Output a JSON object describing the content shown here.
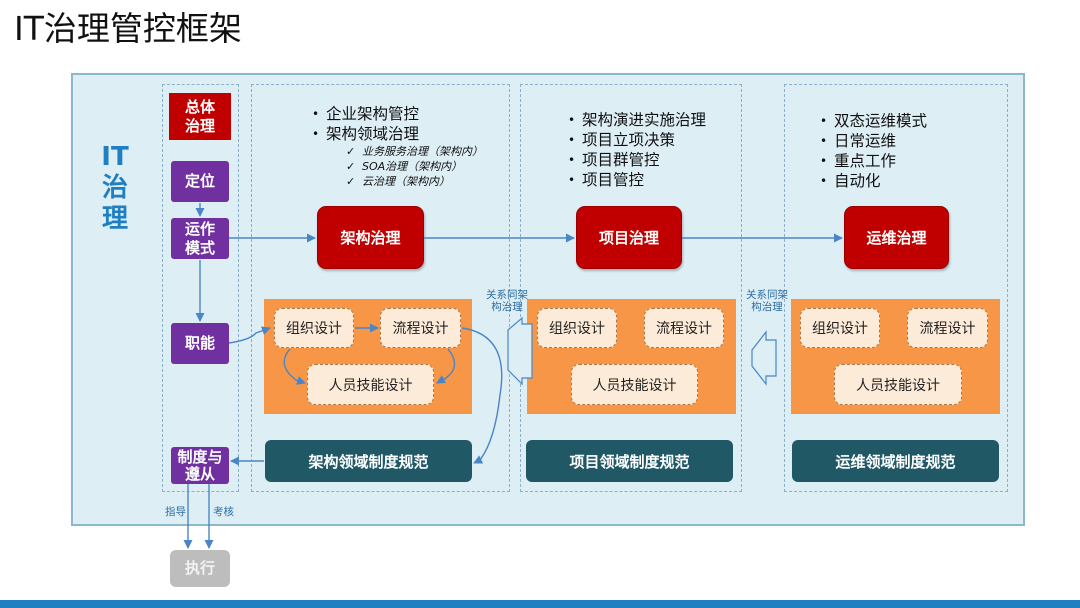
{
  "title": "IT治理管控框架",
  "it_label": "IT\n治\n理",
  "left_col": {
    "overall": "总体\n治理",
    "position": "定位",
    "operation": "运作\n模式",
    "duty": "职能",
    "system": "制度与\n遵从",
    "execute": "执行",
    "guide_label": "指导",
    "assess_label": "考核"
  },
  "col1": {
    "bullets": [
      "企业架构管控",
      "架构领域治理"
    ],
    "subs": [
      "业务服务治理（架构内）",
      "SOA治理（架构内）",
      "云治理（架构内）"
    ],
    "gov": "架构治理",
    "pills": [
      "组织设计",
      "流程设计",
      "人员技能设计"
    ],
    "norm": "架构领域制度规范"
  },
  "col2": {
    "bullets": [
      "架构演进实施治理",
      "项目立项决策",
      "项目群管控",
      "项目管控"
    ],
    "gov": "项目治理",
    "pills": [
      "组织设计",
      "流程设计",
      "人员技能设计"
    ],
    "norm": "项目领域制度规范"
  },
  "col3": {
    "bullets": [
      "双态运维模式",
      "日常运维",
      "重点工作",
      "自动化"
    ],
    "gov": "运维治理",
    "pills": [
      "组织设计",
      "流程设计",
      "人员技能设计"
    ],
    "norm": "运维领域制度规范"
  },
  "notes": {
    "n1": "关系同架\n构治理",
    "n2": "关系同架\n构治理"
  },
  "colors": {
    "red": "#c00000",
    "purple": "#7030a0",
    "orange": "#f79646",
    "teal": "#215866",
    "blue": "#1f7fc1",
    "panel": "#ddeef5"
  },
  "symbols": {
    "bullet": "•",
    "check": "✓"
  }
}
